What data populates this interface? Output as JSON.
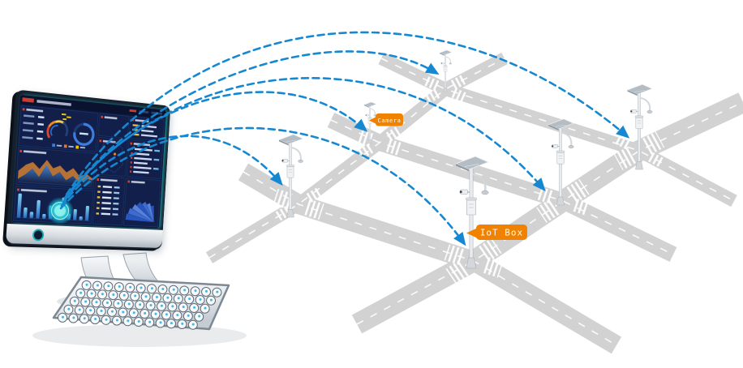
{
  "scene": {
    "description": "Smart road IoT system: control-center monitor wirelessly linked to six solar smart poles at road intersections",
    "labels": {
      "camera": "Camera",
      "iot_box": "IoT Box"
    },
    "connection_count": 6,
    "connections": [
      {
        "from": "control-center",
        "to": "pole-1"
      },
      {
        "from": "control-center",
        "to": "pole-2"
      },
      {
        "from": "control-center",
        "to": "pole-3"
      },
      {
        "from": "control-center",
        "to": "pole-4"
      },
      {
        "from": "control-center",
        "to": "pole-5"
      },
      {
        "from": "control-center",
        "to": "pole-6"
      }
    ],
    "poles": [
      {
        "id": "pole-1",
        "equipment": [
          "solar-panel",
          "street-light",
          "cctv-camera",
          "equipment-box"
        ],
        "label": ""
      },
      {
        "id": "pole-2",
        "equipment": [
          "solar-panel",
          "street-light",
          "cctv-camera",
          "equipment-box"
        ],
        "label": "Camera"
      },
      {
        "id": "pole-3",
        "equipment": [
          "solar-panel",
          "street-light",
          "cctv-camera",
          "equipment-box"
        ],
        "label": ""
      },
      {
        "id": "pole-4",
        "equipment": [
          "solar-panel",
          "street-light",
          "cctv-camera",
          "equipment-box"
        ],
        "label": "IoT Box"
      },
      {
        "id": "pole-5",
        "equipment": [
          "solar-panel",
          "street-light",
          "cctv-camera",
          "equipment-box"
        ],
        "label": ""
      },
      {
        "id": "pole-6",
        "equipment": [
          "solar-panel",
          "street-light",
          "cctv-camera",
          "equipment-box"
        ],
        "label": ""
      }
    ]
  },
  "colors": {
    "connection_blue": "#1588d1",
    "label_orange": "#f08200",
    "road_gray": "#d2d2d2",
    "screen_bg": "#0c1838",
    "glow_teal": "#2fd3d6"
  },
  "dashboard": {
    "bar_chart": {
      "values": [
        30,
        13,
        8,
        23,
        6,
        17,
        10,
        28,
        8,
        14,
        5,
        19
      ]
    },
    "area_chart": {
      "back": [
        14,
        22,
        26,
        18,
        30,
        20,
        24,
        16,
        22,
        12,
        16,
        10
      ],
      "front": [
        4,
        10,
        18,
        8,
        24,
        10,
        16,
        6,
        12,
        4,
        10,
        8
      ]
    },
    "fan_chart": {
      "values": [
        42,
        40,
        37,
        34,
        30,
        26,
        22
      ]
    },
    "legend_colors": [
      "#3e7de0",
      "#e8722a",
      "#f1c40f"
    ]
  }
}
